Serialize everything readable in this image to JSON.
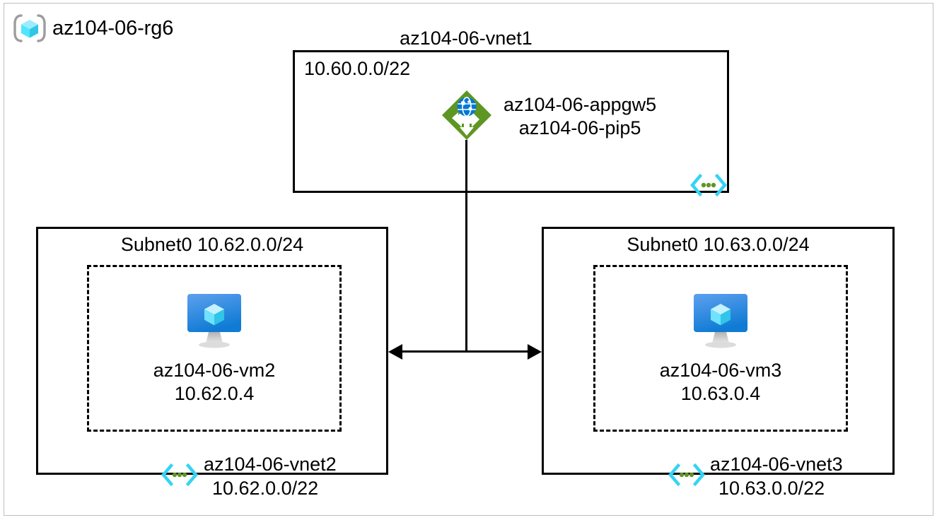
{
  "diagram": {
    "type": "azure-architecture",
    "resource_group": {
      "name": "az104-06-rg6",
      "icon": "resource-group-cube-icon"
    },
    "vnet1": {
      "title": "az104-06-vnet1",
      "cidr": "10.60.0.0/22",
      "peering_icon": "vnet-peering-icon",
      "gateway": {
        "icon": "application-gateway-icon",
        "line1": "az104-06-appgw5",
        "line2": "az104-06-pip5"
      }
    },
    "vnet2": {
      "subnet_title": "Subnet0 10.62.0.0/24",
      "vnet_name": "az104-06-vnet2",
      "vnet_cidr": "10.62.0.0/22",
      "peering_icon": "vnet-peering-icon",
      "vm": {
        "icon": "virtual-machine-icon",
        "name": "az104-06-vm2",
        "ip": "10.62.0.4"
      }
    },
    "vnet3": {
      "subnet_title": "Subnet0 10.63.0.0/24",
      "vnet_name": "az104-06-vnet3",
      "vnet_cidr": "10.63.0.0/22",
      "peering_icon": "vnet-peering-icon",
      "vm": {
        "icon": "virtual-machine-icon",
        "name": "az104-06-vm3",
        "ip": "10.63.0.4"
      }
    },
    "connectors": {
      "gateway_to_peering": "vertical-line",
      "vm2_to_vm3": "bidirectional-arrow"
    },
    "colors": {
      "appgw_green": "#5E9624",
      "appgw_globe_blue": "#0078D4",
      "vm_screen_blue": "#3A8DDE",
      "cube_cyan": "#50E6FF",
      "peering_cyan": "#32D4F5",
      "peering_dot_green": "#5E9624",
      "stroke_black": "#000000",
      "frame_grey": "#BFBFBF"
    }
  }
}
